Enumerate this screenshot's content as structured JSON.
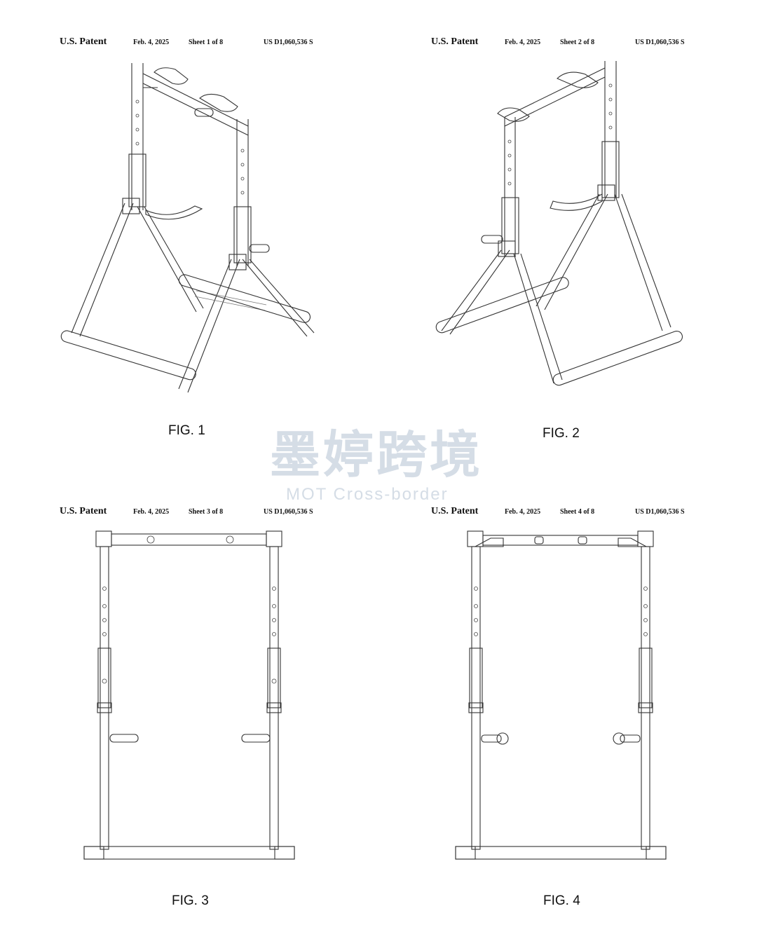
{
  "sheets": [
    {
      "patent": "U.S. Patent",
      "date": "Feb. 4, 2025",
      "sheet": "Sheet 1 of 8",
      "number": "US D1,060,536 S",
      "figure": "FIG. 1"
    },
    {
      "patent": "U.S. Patent",
      "date": "Feb. 4, 2025",
      "sheet": "Sheet 2 of 8",
      "number": "US D1,060,536 S",
      "figure": "FIG. 2"
    },
    {
      "patent": "U.S. Patent",
      "date": "Feb. 4, 2025",
      "sheet": "Sheet 3 of 8",
      "number": "US D1,060,536 S",
      "figure": "FIG. 3"
    },
    {
      "patent": "U.S. Patent",
      "date": "Feb. 4, 2025",
      "sheet": "Sheet 4 of 8",
      "number": "US D1,060,536 S",
      "figure": "FIG. 4"
    }
  ],
  "watermark": {
    "chinese": "墨婷跨境",
    "english": "MOT Cross-border"
  }
}
